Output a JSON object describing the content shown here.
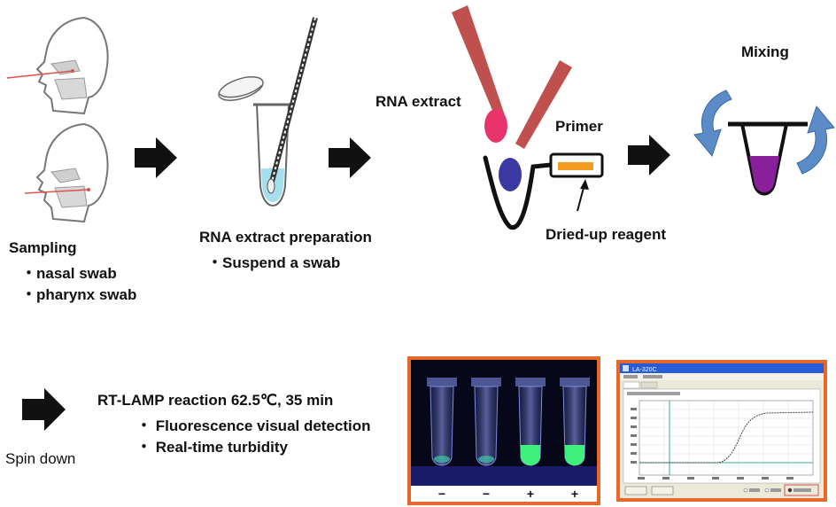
{
  "steps": {
    "sampling": {
      "title": "Sampling",
      "items": [
        "・nasal swab",
        "・pharynx swab"
      ]
    },
    "rna_prep": {
      "title": "RNA extract preparation",
      "items": [
        "・Suspend a swab"
      ]
    },
    "rna_extract": {
      "label": "RNA extract"
    },
    "primer": {
      "label": "Primer"
    },
    "dried_reagent": {
      "label": "Dried-up reagent"
    },
    "mixing": {
      "label": "Mixing"
    },
    "spin_down": {
      "label": "Spin down"
    },
    "reaction": {
      "title": "RT-LAMP reaction 62.5℃, 35 min",
      "items": [
        "・ Fluorescence visual detection",
        "・ Real-time turbidity"
      ]
    }
  },
  "fluorescence_photo": {
    "tube_signs": [
      "−",
      "−",
      "+",
      "+"
    ]
  },
  "turbidity_screen": {
    "window_title": "LA-320C"
  },
  "colors": {
    "arrow": "#111111",
    "pipette": "#c0504d",
    "rna_drop_top": "#e8336b",
    "rna_drop_bottom": "#3b3aa3",
    "reagent": "#f39c1f",
    "mixing_arrows": "#5b8cc8",
    "mixture": "#8a1f9c",
    "frame": "#e8682a",
    "tube_liquid": "#8fd6e8"
  }
}
